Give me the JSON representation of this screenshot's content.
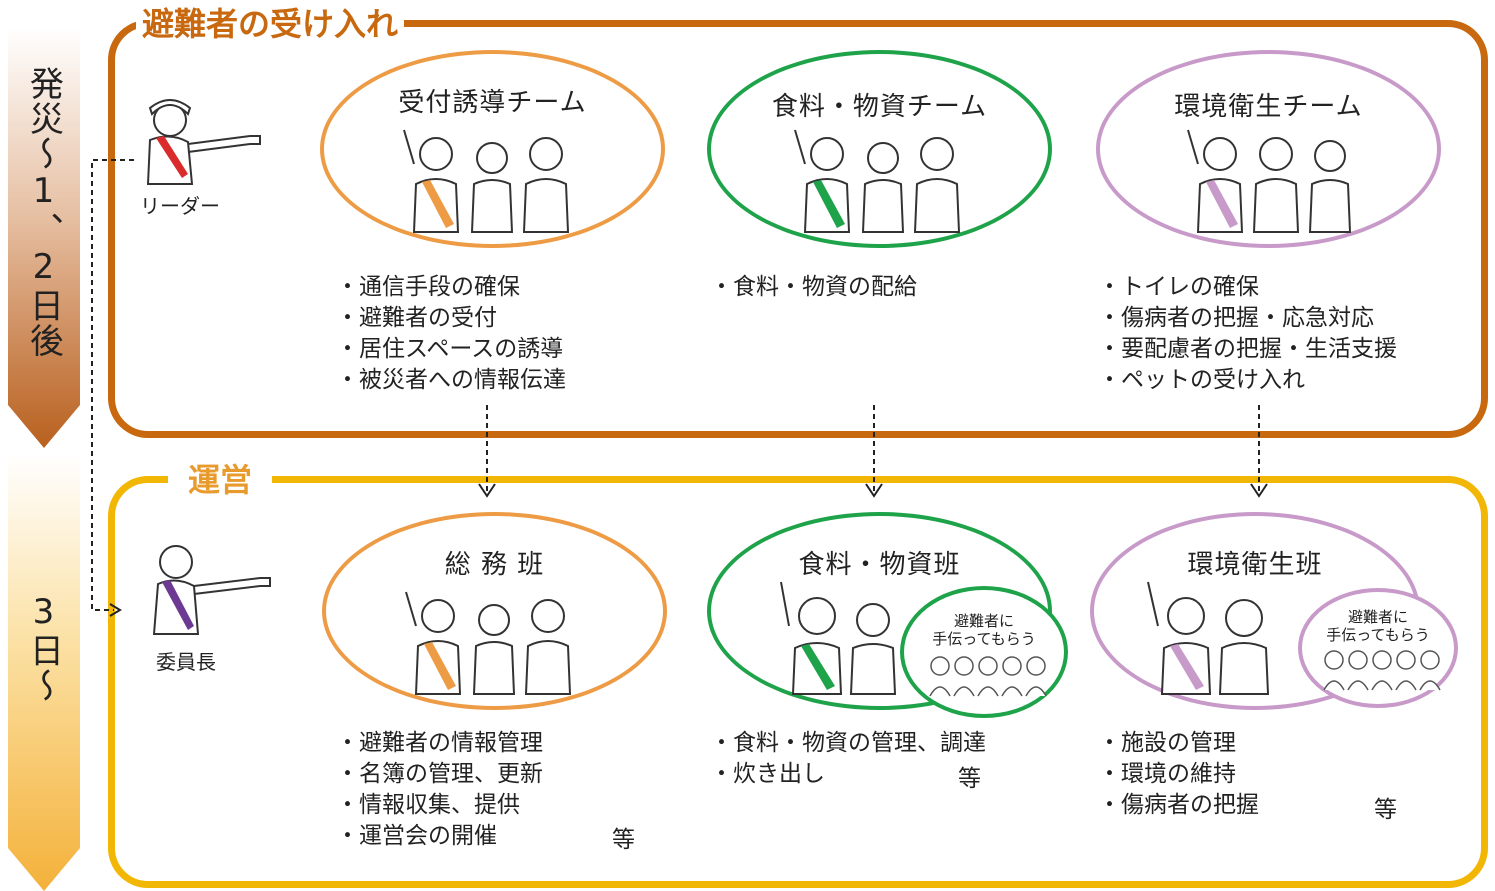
{
  "colors": {
    "section1_border": "#C8680F",
    "section1_title": "#C8680F",
    "section2_border": "#F2B705",
    "section2_title": "#E89A2C",
    "orange_team": "#EE9B45",
    "green_team": "#1FA34A",
    "purple_team": "#C89AC9",
    "arrow_top": "#A0521A",
    "arrow_bottom": "#F3B73C"
  },
  "phases": {
    "phase1": "発災〜1、2日後",
    "phase2": "3日〜"
  },
  "section1": {
    "title": "避難者の受け入れ",
    "leader_label": "リーダー",
    "teams": [
      {
        "name": "受付誘導チーム",
        "color": "orange",
        "tasks": [
          "通信手段の確保",
          "避難者の受付",
          "居住スペースの誘導",
          "被災者への情報伝達"
        ]
      },
      {
        "name": "食料・物資チーム",
        "color": "green",
        "tasks": [
          "食料・物資の配給"
        ]
      },
      {
        "name": "環境衛生チーム",
        "color": "purple",
        "tasks": [
          "トイレの確保",
          "傷病者の把握・応急対応",
          "要配慮者の把握・生活支援",
          "ペットの受け入れ"
        ]
      }
    ]
  },
  "section2": {
    "title": "運営",
    "chair_label": "委員長",
    "helper_text": "避難者に\n手伝ってもらう",
    "etc_label": "等",
    "teams": [
      {
        "name": "総 務 班",
        "color": "orange",
        "tasks": [
          "避難者の情報管理",
          "名簿の管理、更新",
          "情報収集、提供",
          "運営会の開催"
        ]
      },
      {
        "name": "食料・物資班",
        "color": "green",
        "tasks": [
          "食料・物資の管理、調達",
          "炊き出し"
        ]
      },
      {
        "name": "環境衛生班",
        "color": "purple",
        "tasks": [
          "施設の管理",
          "環境の維持",
          "傷病者の把握"
        ]
      }
    ]
  },
  "icons": [
    "leader-person-icon",
    "chair-person-icon",
    "team-people-icon",
    "raised-hand-icon",
    "helper-crowd-icon",
    "down-arrow-icon"
  ]
}
